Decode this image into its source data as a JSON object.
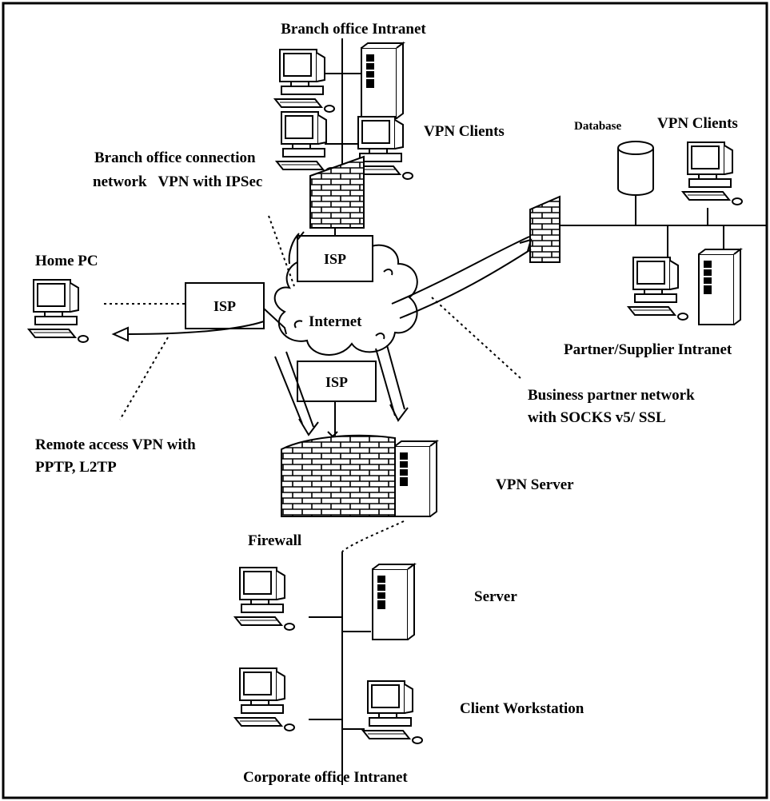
{
  "labels": {
    "branch_intranet": "Branch office Intranet",
    "vpn_clients_branch": "VPN Clients",
    "branch_conn_1": "Branch office connection",
    "branch_conn_2": "network   VPN with IPSec",
    "database": "Database",
    "vpn_clients_partner": "VPN Clients",
    "home_pc": "Home PC",
    "internet": "Internet",
    "partner_intranet": "Partner/Supplier Intranet",
    "business_partner_1": "Business partner network",
    "business_partner_2": "with SOCKS v5/ SSL",
    "remote_access_1": "Remote access VPN with",
    "remote_access_2": "PPTP, L2TP",
    "vpn_server": "VPN Server",
    "firewall": "Firewall",
    "server": "Server",
    "client_workstation": "Client Workstation",
    "corporate_intranet": "Corporate office Intranet"
  },
  "isp": {
    "top": "ISP",
    "left": "ISP",
    "bottom": "ISP"
  }
}
